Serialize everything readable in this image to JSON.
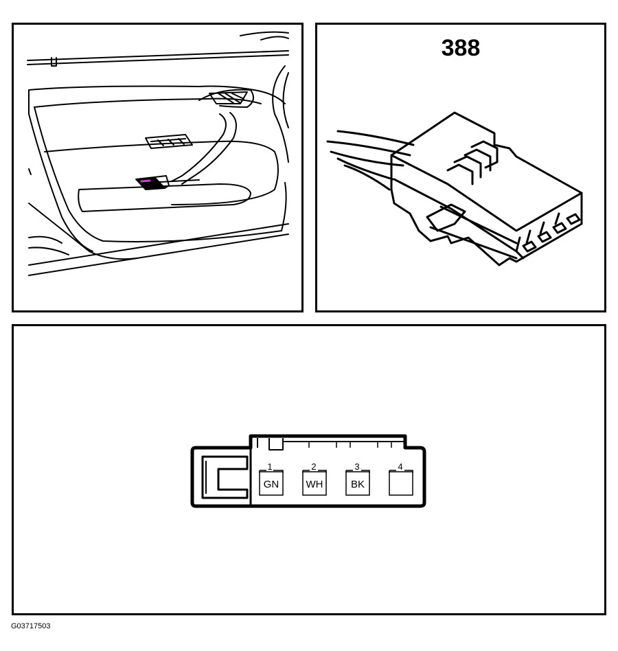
{
  "connector": {
    "number": "388",
    "pins": [
      {
        "number": "1",
        "wire": "GN"
      },
      {
        "number": "2",
        "wire": "WH"
      },
      {
        "number": "3",
        "wire": "BK"
      },
      {
        "number": "4",
        "wire": ""
      }
    ]
  },
  "figure_id": "G03717503",
  "colors": {
    "line": "#000000",
    "background": "#ffffff",
    "highlight": "#cc44cc"
  }
}
